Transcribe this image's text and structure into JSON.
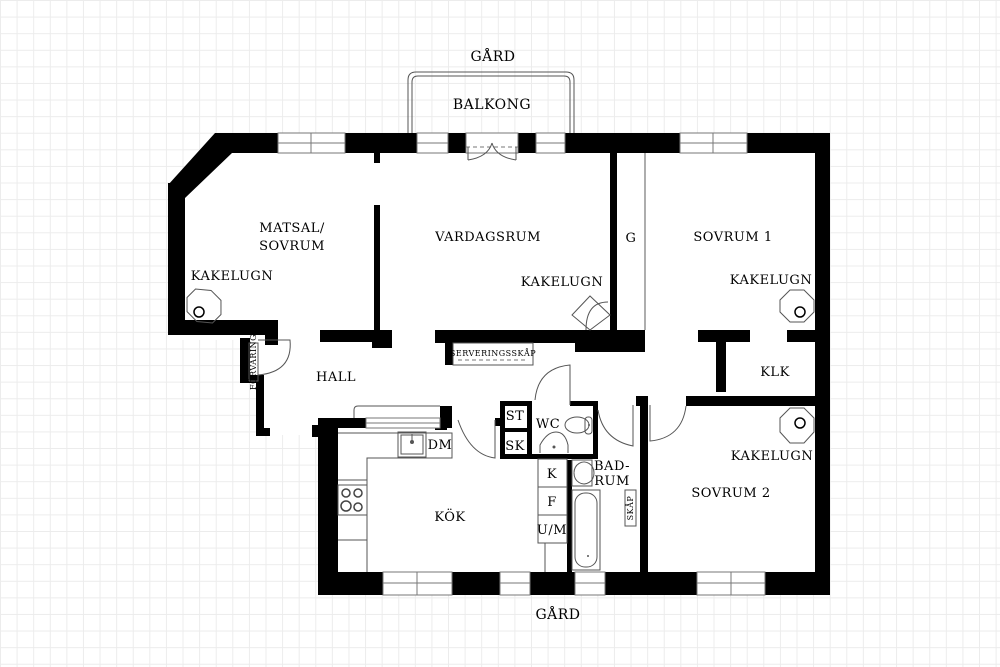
{
  "plan": {
    "orientation": {
      "top": "GÅRD",
      "bottom": "GÅRD"
    },
    "balcony": "BALKONG",
    "rooms": {
      "matsal_line1": "MATSAL/",
      "matsal_line2": "SOVRUM",
      "vardagsrum": "VARDAGSRUM",
      "g": "G",
      "sovrum1": "SOVRUM 1",
      "hall": "HALL",
      "klk": "KLK",
      "kok": "KÖK",
      "wc": "WC",
      "badrum_line1": "BAD-",
      "badrum_line2": "RUM",
      "sovrum2": "SOVRUM 2"
    },
    "fixtures": {
      "kakelugn_matsal": "KAKELUGN",
      "kakelugn_vardagsrum": "KAKELUGN",
      "kakelugn_sovrum1": "KAKELUGN",
      "kakelugn_sovrum2": "KAKELUGN",
      "serveringsskap": "SERVERINGSSKÅP",
      "forvaring": "FÖRVARING",
      "st": "ST",
      "sk": "SK",
      "dm": "DM",
      "k": "K",
      "f": "F",
      "um": "U/M",
      "skap": "SKÅP"
    },
    "colors": {
      "wall": "#000000",
      "grid": "#ececec",
      "background": "#ffffff"
    }
  }
}
